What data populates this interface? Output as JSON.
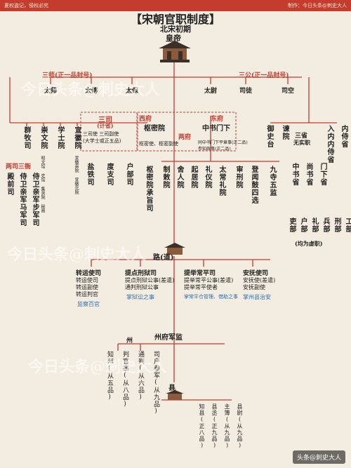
{
  "header": {
    "left": "夏权盗记，侵权必究",
    "right": "制作：今日头条@刺史大人"
  },
  "title": "【宋朝官职制度】",
  "subtitle": "北宋初期",
  "center": {
    "emperor": "皇帝",
    "road": "路(道)",
    "prefecture": "州府军监",
    "county": "县"
  },
  "groups": {
    "sanshi": "三师(正一品封号)",
    "sangong": "三公(正一品封号)",
    "sansi": "三司",
    "sansi_sub": "(计省)",
    "xifu": "西府",
    "dongfu": "东府",
    "liangfu": "两府",
    "lianglsanya": "两司三衙",
    "sansheng": "三省",
    "sansheng_sub": "无实职"
  },
  "sanshi_titles": [
    "太师",
    "太傅",
    "太保"
  ],
  "sangong_titles": [
    "太尉",
    "司徒",
    "司空"
  ],
  "left_col": {
    "qunmusi": "群牧司",
    "chongwenyuan": "崇文院",
    "xueshiyuan": "学士院",
    "xuanhuiyuan": "宣徽院",
    "xuanhui_sub": "宣徽南院 宣徽北院",
    "chongwen_sub": "昭文馆 史馆 集贤院 秘阁",
    "dianqiansi": "殿前司",
    "shiweima": "侍卫亲军马军司",
    "shiweibu": "侍卫亲军步军司"
  },
  "sansi_row": {
    "yantie": "盐铁司",
    "duzhi": "度支司",
    "hubu": "户部司",
    "sansi_note1": "三司使 三司副使",
    "sansi_note2": "(大学士或正五品)"
  },
  "shumi": {
    "name": "枢密院",
    "cheng": "枢密院承旨司",
    "note": "枢密使、枢密副使"
  },
  "zhongshu": {
    "name": "中书门下",
    "note1": "同中书门下平章事(正二品)",
    "note2": "参知政事(正二品)"
  },
  "zhongshu_row": [
    "制敕院",
    "舍人院",
    "起居院",
    "礼仪院",
    "太常礼院",
    "审刑院",
    "登闻鼓四选",
    "九寺五监"
  ],
  "right_col": {
    "yushitai": "御史台",
    "jianyuan": "谏院",
    "neishisheng": "入内内侍省",
    "neishi": "内侍省",
    "menxia": "门下省",
    "shangshu": "尚书省",
    "zhongshusheng": "中书省"
  },
  "liubu": [
    "吏部",
    "户部",
    "礼部",
    "兵部",
    "刑部",
    "工部"
  ],
  "liubu_note": "(均为虚职)",
  "road_units": [
    {
      "name": "转运使司",
      "l1": "转运使司",
      "l2": "转运副使",
      "l3": "转运判官",
      "note": "监察百官"
    },
    {
      "name": "提点刑狱司",
      "l1": "提点刑狱公事(差遣)",
      "l2": "通判刑狱公事",
      "note": "掌狱讼之事"
    },
    {
      "name": "提举常平司",
      "l1": "提举常平公事(差遣)",
      "l2": "提举常平使者",
      "note": "掌常平仓管理、借助之事"
    },
    {
      "name": "安抚使司",
      "l1": "安抚使(差遣)",
      "l2": "安抚副使",
      "note": "掌州县治安"
    }
  ],
  "prefecture_units": {
    "zhou": "州",
    "zhizhou": "知州(从五品)",
    "panguan": "判官事(从八品)",
    "tongpan": "通判(从六品)",
    "sicancanjun": "司户参军(从九品)"
  },
  "county_units": {
    "zhixian": "知县(正八品)",
    "xiancheng": "县丞(正九品)",
    "zhubu": "主簿(从九品)",
    "xianwei": "县尉(从九品)"
  },
  "watermarks": [
    "今日头条@刺史大人",
    "今日头条@刺史大人",
    "今日头条@刺史大人"
  ],
  "footer": "头条@刺史大人",
  "colors": {
    "red": "#c33c2e",
    "blue": "#2d6fb0",
    "bg": "#f3ece0"
  }
}
